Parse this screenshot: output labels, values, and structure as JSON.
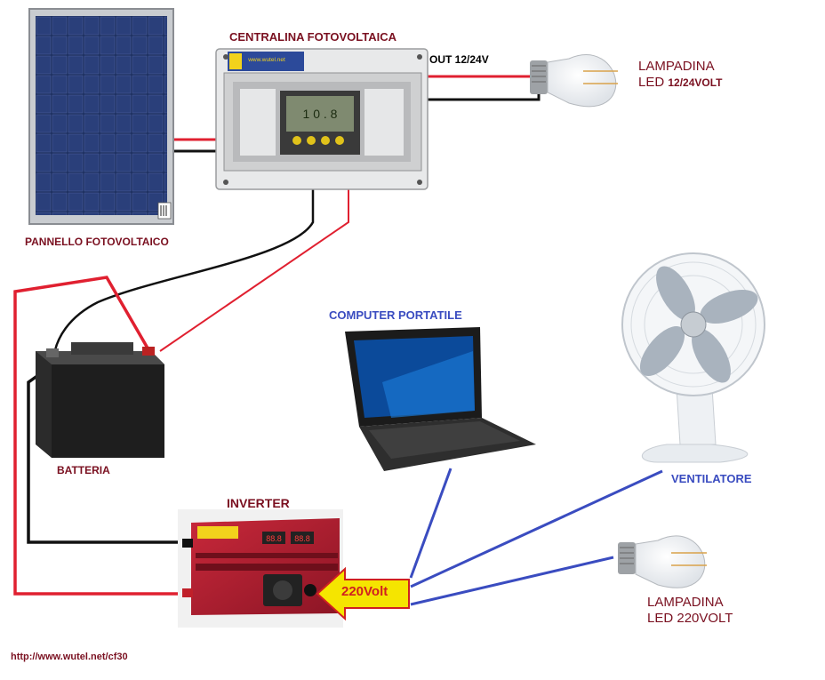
{
  "labels": {
    "centralina": "CENTRALINA FOTOVOLTAICA",
    "out": "OUT 12/24V",
    "lamp12_line1": "LAMPADINA",
    "lamp12_line2_prefix": "LED ",
    "lamp12_line2_suffix": "12/24VOLT",
    "pannello": "PANNELLO FOTOVOLTAICO",
    "computer": "COMPUTER PORTATILE",
    "batteria": "BATTERIA",
    "inverter": "INVERTER",
    "ventilatore": "VENTILATORE",
    "volt220": "220Volt",
    "lamp220_line1": "LAMPADINA",
    "lamp220_line2": "LED 220VOLT",
    "url": "http://www.wutel.net/cf30"
  },
  "controller_brand": "www.wutel.net",
  "inverter_display": [
    "88.8",
    "88.8"
  ],
  "colors": {
    "wire_red": "#e02030",
    "wire_black": "#111111",
    "wire_blue": "#3a4cc0",
    "label_maroon": "#7a1020",
    "label_blue": "#3a4cc0",
    "arrow_fill": "#f5e500",
    "arrow_stroke": "#d02020"
  },
  "icons": [
    "solar-panel-icon",
    "charge-controller-icon",
    "led-bulb-icon",
    "battery-icon",
    "laptop-icon",
    "fan-icon",
    "inverter-icon",
    "arrow-icon"
  ]
}
